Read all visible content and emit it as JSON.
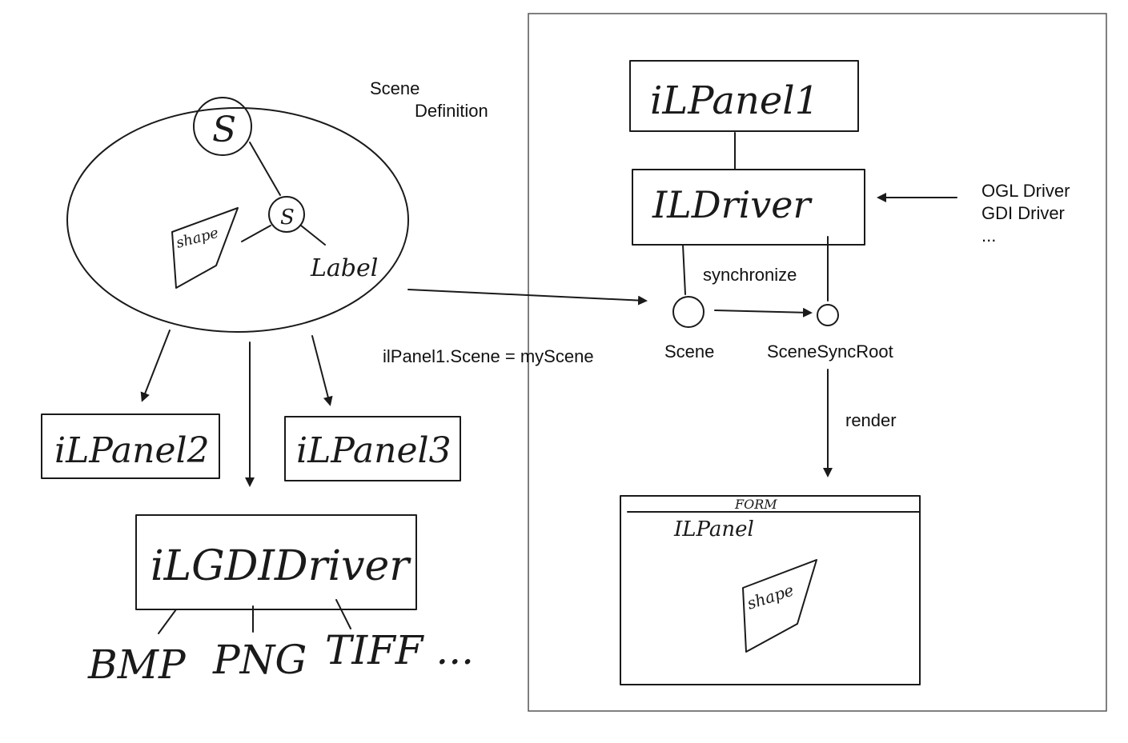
{
  "scene_definition": {
    "title_line1": "Scene",
    "title_line2": "Definition",
    "root_node": "S",
    "child_node": "S",
    "shape_label": "shape",
    "label_label": "Label"
  },
  "panels": {
    "panel2": "iLPanel2",
    "panel3": "iLPanel3",
    "gdi_driver": "iLGDIDriver"
  },
  "formats": [
    "BMP",
    "PNG",
    "TIFF ..."
  ],
  "assignment": "ilPanel1.Scene = myScene",
  "right": {
    "panel1": "iLPanel1",
    "driver": "ILDriver",
    "drivers_list": [
      "OGL Driver",
      "GDI Driver",
      "..."
    ],
    "synchronize": "synchronize",
    "scene": "Scene",
    "scene_sync_root": "SceneSyncRoot",
    "render": "render",
    "form_title": "FORM",
    "form_panel": "ILPanel",
    "form_shape": "shape"
  }
}
